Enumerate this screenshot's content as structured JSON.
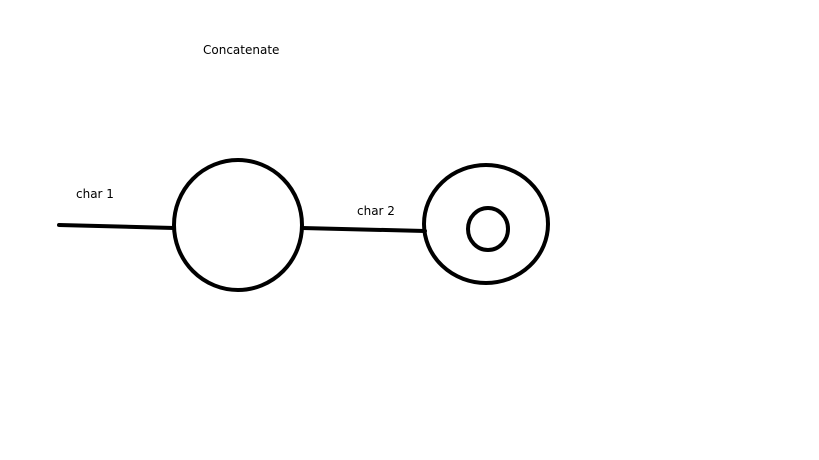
{
  "diagram": {
    "title": "Concatenate",
    "transitions": [
      {
        "label": "char 1"
      },
      {
        "label": "char 2"
      }
    ],
    "states": [
      {
        "type": "normal"
      },
      {
        "type": "accepting"
      }
    ]
  },
  "colors": {
    "background": "#ffffff",
    "stroke": "#000000"
  }
}
